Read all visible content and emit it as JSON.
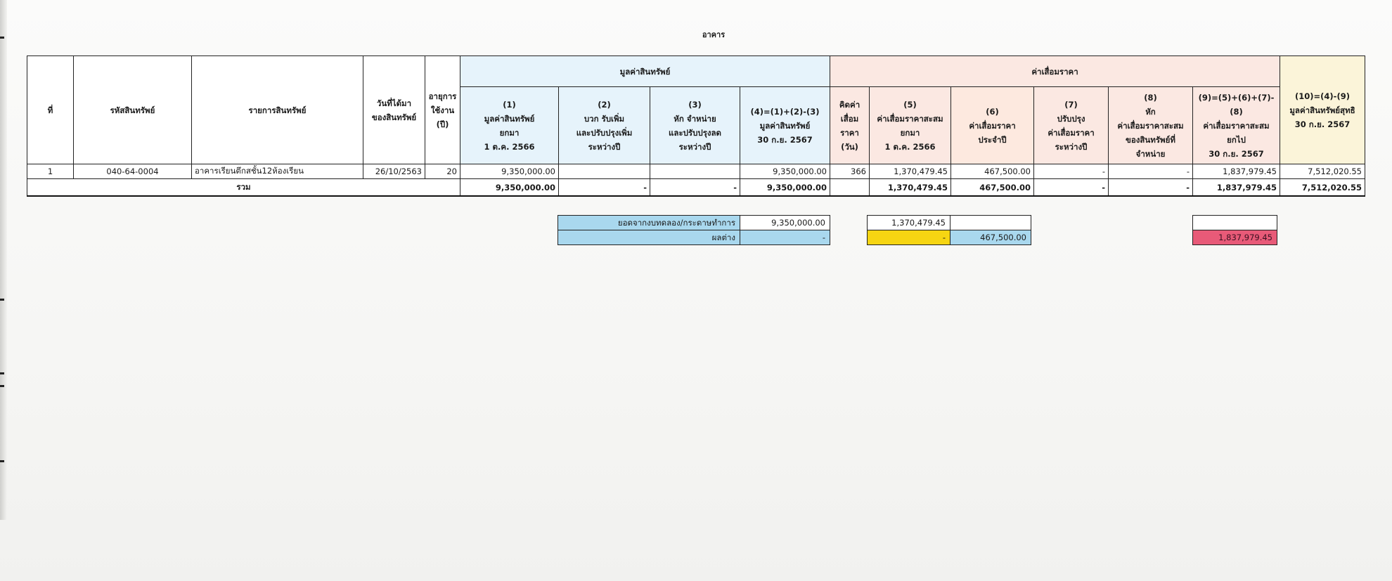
{
  "title": "อาคาร",
  "headers": {
    "no": "ที่",
    "code": "รหัสสินทรัพย์",
    "item": "รายการสินทรัพย์",
    "date_acq": [
      "วันที่ได้มา",
      "ของสินทรัพย์"
    ],
    "life": [
      "อายุการ",
      "ใช้งาน",
      "(ปี)"
    ],
    "asset_value_group": "มูลค่าสินทรัพย์",
    "depr_group": "ค่าเสื่อมราคา",
    "c1": [
      "(1)",
      "มูลค่าสินทรัพย์",
      "ยกมา",
      "1 ต.ค. 2566"
    ],
    "c2": [
      "(2)",
      "บวก รับเพิ่ม",
      "และปรับปรุงเพิ่ม",
      "ระหว่างปี"
    ],
    "c3": [
      "(3)",
      "หัก จำหน่าย",
      "และปรับปรุงลด",
      "ระหว่างปี"
    ],
    "c4": [
      "(4)=(1)+(2)-(3)",
      "มูลค่าสินทรัพย์",
      "30 ก.ย. 2567"
    ],
    "days": [
      "คิดค่า",
      "เสื่อม",
      "ราคา",
      "(วัน)"
    ],
    "c5": [
      "(5)",
      "ค่าเสื่อมราคาสะสม",
      "ยกมา",
      "1 ต.ค. 2566"
    ],
    "c6": [
      "(6)",
      "ค่าเสื่อมราคา",
      "ประจำปี"
    ],
    "c7": [
      "(7)",
      "ปรับปรุง",
      "ค่าเสื่อมราคา",
      "ระหว่างปี"
    ],
    "c8": [
      "(8)",
      "หัก",
      "ค่าเสื่อมราคาสะสม",
      "ของสินทรัพย์ที่จำหน่าย"
    ],
    "c9": [
      "(9)=(5)+(6)+(7)-(8)",
      "ค่าเสื่อมราคาสะสม",
      "ยกไป",
      "30 ก.ย. 2567"
    ],
    "c10": [
      "(10)=(4)-(9)",
      "มูลค่าสินทรัพย์สุทธิ",
      "30 ก.ย. 2567"
    ]
  },
  "row": {
    "no": "1",
    "code": "040-64-0004",
    "item": "อาคารเรียนตึกสชั้น12ห้องเรียน",
    "date": "26/10/2563",
    "life": "20",
    "c1": "9,350,000.00",
    "c2": "",
    "c3": "",
    "c4": "9,350,000.00",
    "days": "366",
    "c5": "1,370,479.45",
    "c6": "467,500.00",
    "c7": "-",
    "c8": "-",
    "c9": "1,837,979.45",
    "c10": "7,512,020.55"
  },
  "total": {
    "label": "รวม",
    "c1": "9,350,000.00",
    "c2": "-",
    "c3": "-",
    "c4": "9,350,000.00",
    "c5": "1,370,479.45",
    "c6": "467,500.00",
    "c7": "-",
    "c8": "-",
    "c9": "1,837,979.45",
    "c10": "7,512,020.55"
  },
  "reconcile": {
    "ledger_label": "ยอดจากงบทดลอง/กระดาษทำการ",
    "ledger_value": "9,350,000.00",
    "diff_label": "ผลต่าง",
    "diff_value": "-",
    "accum_value": "1,370,479.45",
    "accum_diff": "-",
    "annual_value": "",
    "annual_diff": "467,500.00",
    "carry_value": "",
    "carry_diff": "1,837,979.45"
  },
  "colors": {
    "blue_header": "#e6f3fb",
    "pink_header": "#fbe8e2",
    "diff_blue": "#a9d8ee",
    "diff_yellow": "#f6d512",
    "diff_red": "#e85a78"
  }
}
